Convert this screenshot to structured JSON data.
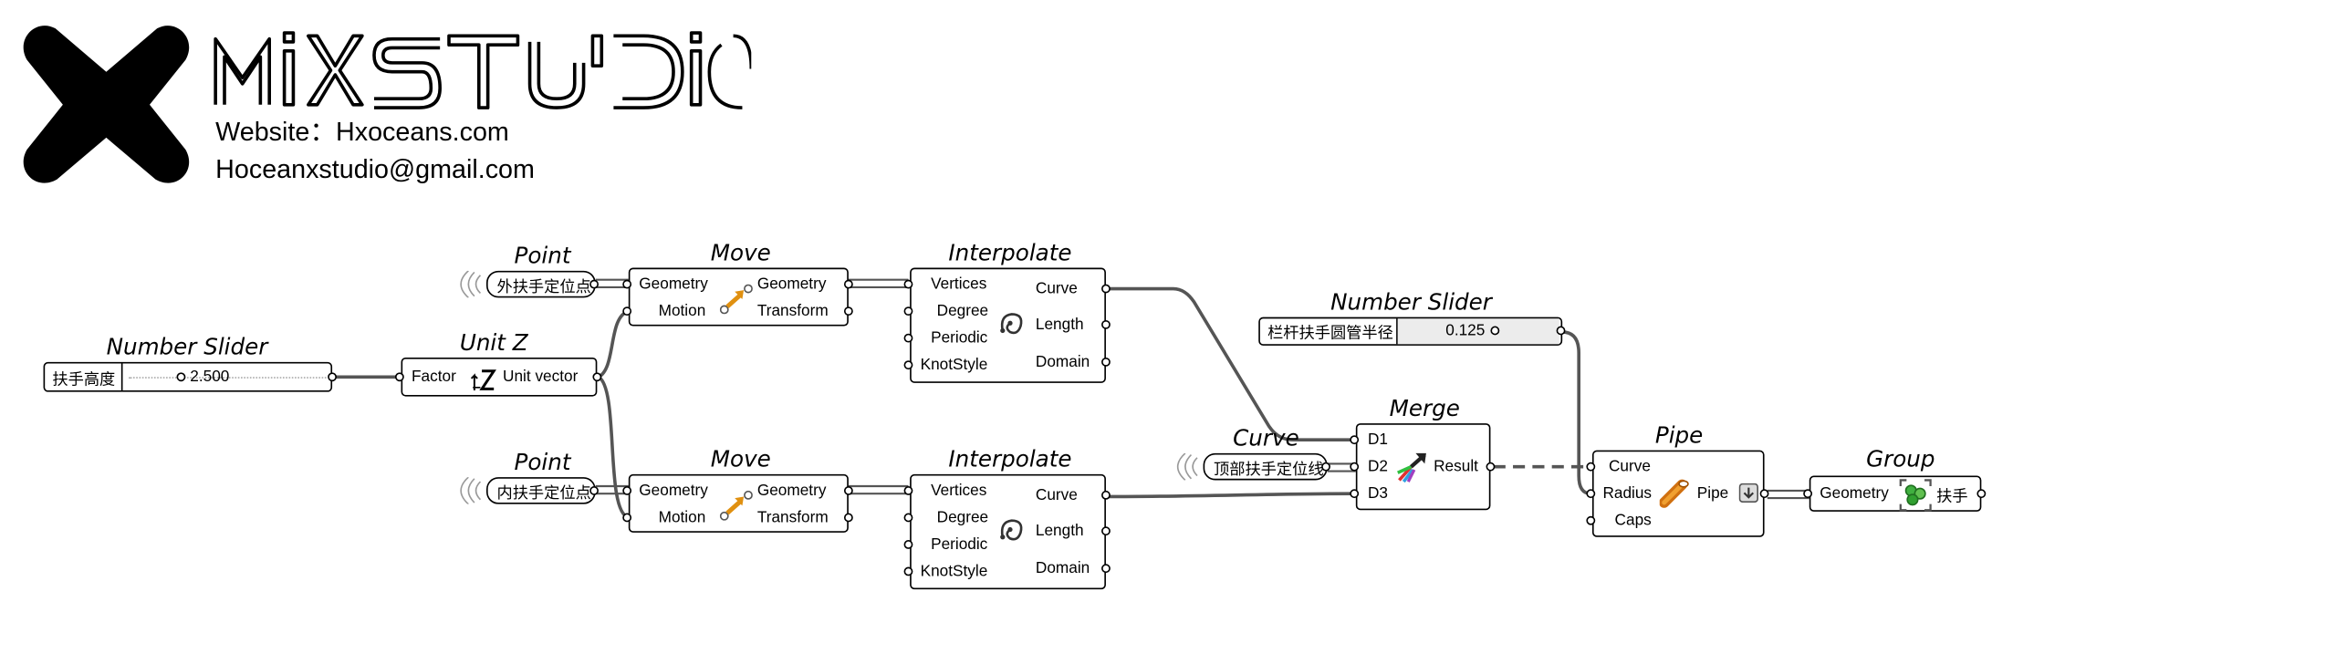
{
  "header": {
    "brand": "MiXSTUDiO",
    "website_label": "Website：Hxoceans.com",
    "email": "Hoceanxstudio@gmail.com"
  },
  "components": {
    "slider_height": {
      "title": "Number Slider",
      "name": "扶手高度",
      "value": "2.500"
    },
    "unit_z": {
      "title": "Unit Z",
      "input": "Factor",
      "output": "Unit vector"
    },
    "point_outer": {
      "title": "Point",
      "name": "外扶手定位点"
    },
    "point_inner": {
      "title": "Point",
      "name": "内扶手定位点"
    },
    "move_top": {
      "title": "Move",
      "inputs": [
        "Geometry",
        "Motion"
      ],
      "outputs": [
        "Geometry",
        "Transform"
      ]
    },
    "move_bottom": {
      "title": "Move",
      "inputs": [
        "Geometry",
        "Motion"
      ],
      "outputs": [
        "Geometry",
        "Transform"
      ]
    },
    "interp_top": {
      "title": "Interpolate",
      "inputs": [
        "Vertices",
        "Degree",
        "Periodic",
        "KnotStyle"
      ],
      "outputs": [
        "Curve",
        "Length",
        "Domain"
      ]
    },
    "interp_bottom": {
      "title": "Interpolate",
      "inputs": [
        "Vertices",
        "Degree",
        "Periodic",
        "KnotStyle"
      ],
      "outputs": [
        "Curve",
        "Length",
        "Domain"
      ]
    },
    "slider_radius": {
      "title": "Number Slider",
      "name": "栏杆扶手圆管半径",
      "value": "0.125"
    },
    "curve_param": {
      "title": "Curve",
      "name": "顶部扶手定位线"
    },
    "merge": {
      "title": "Merge",
      "inputs": [
        "D1",
        "D2",
        "D3"
      ],
      "output": "Result"
    },
    "pipe": {
      "title": "Pipe",
      "inputs": [
        "Curve",
        "Radius",
        "Caps"
      ],
      "output": "Pipe"
    },
    "group": {
      "title": "Group",
      "input": "Geometry",
      "name": "扶手"
    }
  },
  "colors": {
    "wire": "#555555",
    "background": "#ffffff",
    "component_border": "#000000"
  }
}
